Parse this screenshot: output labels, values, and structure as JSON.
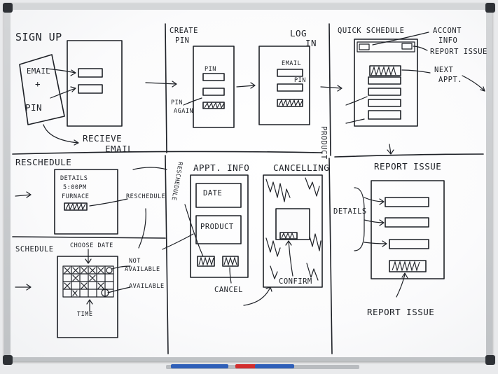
{
  "colors": {
    "ink": "#1d2026",
    "frame": "#c6c9cc",
    "marker_blue": "#2f5fb8",
    "marker_red": "#d22e2e"
  },
  "signup": {
    "title": "SIGN UP",
    "card_line1": "EMAIL",
    "card_line2": "+",
    "card_line3": "PIN",
    "note_line1": "RECIEVE",
    "note_line2": "EMAIL"
  },
  "create_pin": {
    "title_line1": "CREATE",
    "title_line2": "PIN",
    "field1": "PIN",
    "field2_line1": "PIN",
    "field2_line2": "AGAIN"
  },
  "login": {
    "title_line1": "LOG",
    "title_line2": "IN",
    "field1": "EMAIL",
    "field2": "PIN"
  },
  "quick_schedule": {
    "title": "QUICK SCHEDULE",
    "account_line1": "ACCONT",
    "account_line2": "INFO",
    "report_issue": "REPORT ISSUE",
    "next_line1": "NEXT",
    "next_line2": "APPT.",
    "product": "PRODUCT"
  },
  "reschedule": {
    "title": "RESCHEDULE",
    "details_line1": "DETAILS",
    "details_line2": "5:00PM",
    "details_line3": "FURNACE",
    "arrow_label": "RESCHEDULE"
  },
  "schedule": {
    "title": "SCHEDULE",
    "choose_date": "CHOOSE DATE",
    "not_line1": "NOT",
    "not_line2": "AVAILABLE",
    "available": "AVAILABLE",
    "time": "TIME"
  },
  "appt_info": {
    "title": "APPT. INFO",
    "field1": "DATE",
    "field2": "PRODUCT",
    "side_label": "RESCHEDULE",
    "cancel": "CANCEL"
  },
  "cancelling": {
    "title": "CANCELLING",
    "confirm": "CONFIRM"
  },
  "report_issue": {
    "title": "REPORT ISSUE",
    "details": "DETAILS",
    "bottom": "REPORT ISSUE"
  }
}
